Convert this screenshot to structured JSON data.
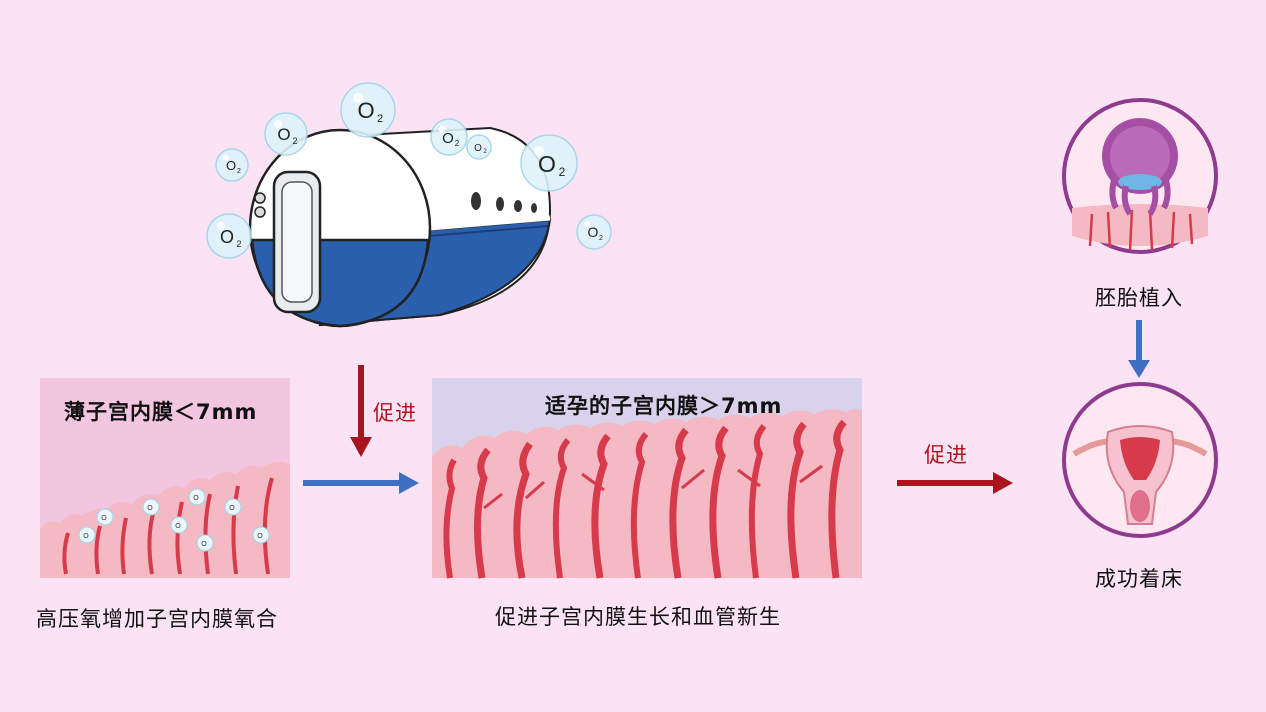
{
  "oxygen": {
    "symbol": "O",
    "subscript": "2"
  },
  "thin_panel": {
    "title": "薄子宫内膜＜7mm",
    "caption": "高压氧增加子宫内膜氧合"
  },
  "good_panel": {
    "title": "适孕的子宫内膜＞7mm",
    "caption": "促进子宫内膜生长和血管新生"
  },
  "arrows": {
    "promote_down": "促进",
    "promote_right": "促进"
  },
  "embryo": {
    "label": "胚胎植入"
  },
  "success": {
    "label": "成功着床"
  },
  "colors": {
    "background": "#fbe3f5",
    "tissue": "#f4b9c3",
    "vessel": "#d73a4a",
    "arrow_blue": "#3f6fc2",
    "arrow_red": "#a8151e",
    "circle_ring": "#8e3a8f"
  }
}
